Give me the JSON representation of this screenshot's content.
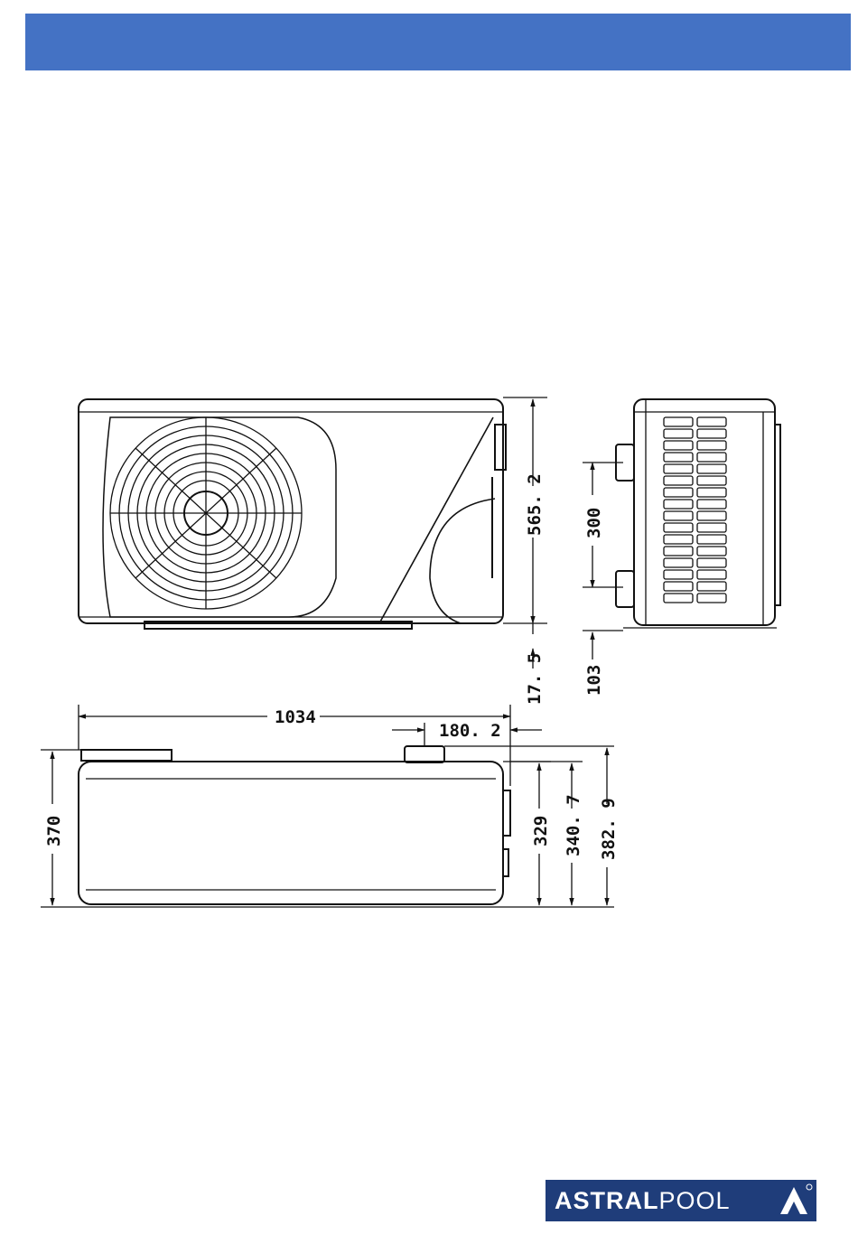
{
  "brand": {
    "name_bold": "ASTRAL",
    "name_light": "POOL",
    "header_color": "#4472c4",
    "logo_color": "#1f3d7a"
  },
  "dimensions": {
    "front_height": "565. 2",
    "base_offset_front": "17. 5",
    "connection_spacing": "300",
    "base_offset_side": "103",
    "overall_length": "1034",
    "connection_offset": "180. 2",
    "depth_left": "370",
    "depth_body": "329",
    "depth_fitting": "340. 7",
    "depth_overall": "382. 9"
  }
}
